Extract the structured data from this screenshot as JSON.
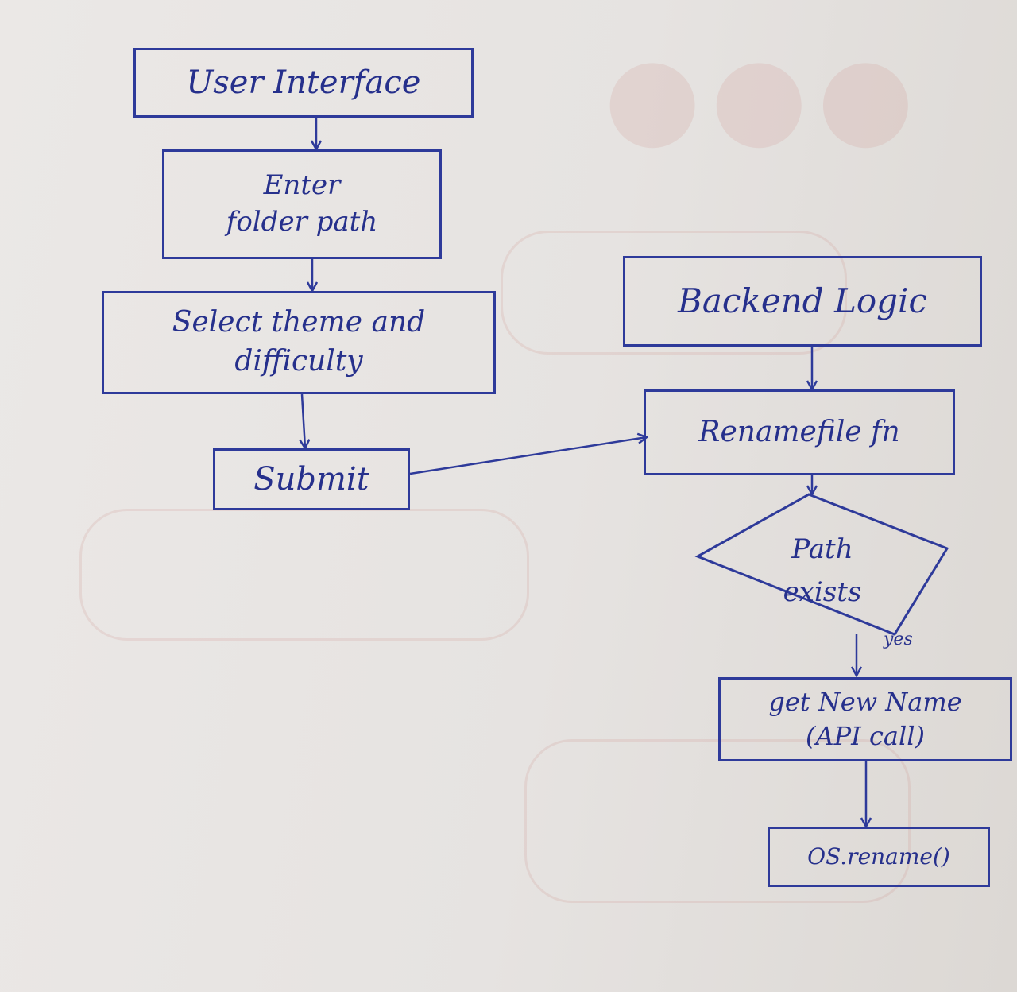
{
  "diagram": {
    "nodes": {
      "user_interface": "User Interface",
      "enter_folder_path": "Enter folder path",
      "select_theme_difficulty": "Select theme and difficulty",
      "submit": "Submit",
      "backend_logic": "Backend Logic",
      "renamefile_fn": "Renamefile fn",
      "path_exists": "Path exists",
      "get_new_name": "get New Name (API call)",
      "os_rename": "OS.rename()"
    },
    "edge_labels": {
      "yes": "yes"
    }
  },
  "colors": {
    "ink": "#2e3a9a",
    "paper": "#e9e6e3"
  }
}
